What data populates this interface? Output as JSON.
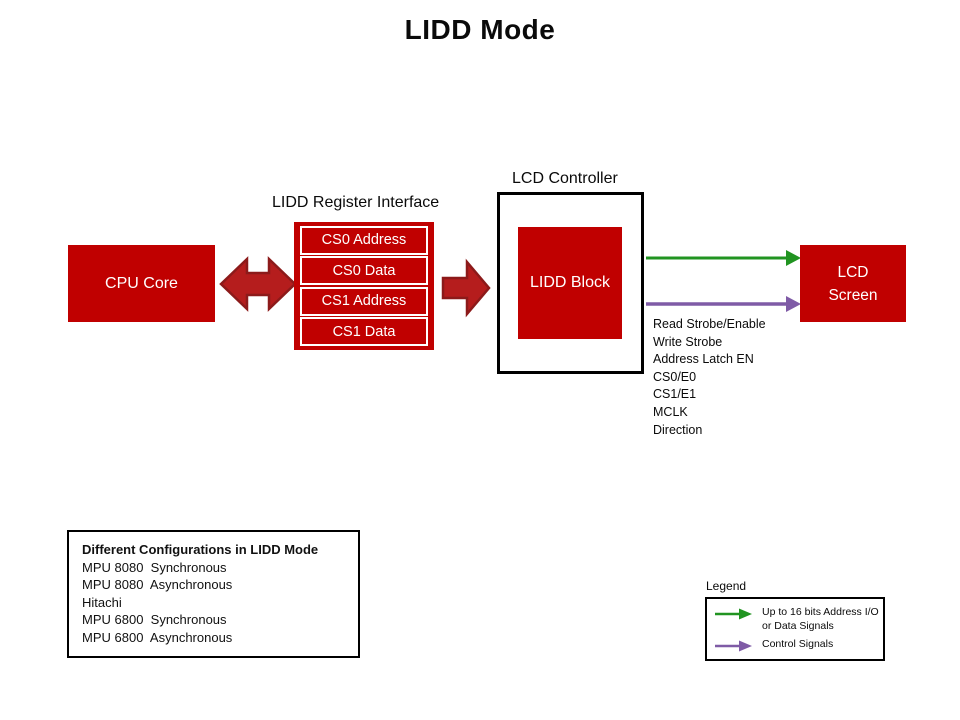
{
  "title": "LIDD Mode",
  "colors": {
    "box_red": "#C00000",
    "arrow_red_fill": "#B51D1D",
    "arrow_red_stroke": "#8C1A1A",
    "green": "#219421",
    "purple": "#7F5BA6",
    "white": "#FFFFFF",
    "black": "#000000"
  },
  "diagram": {
    "cpu_core": "CPU Core",
    "register_interface": {
      "label": "LIDD Register Interface",
      "registers": [
        "CS0 Address",
        "CS0 Data",
        "CS1 Address",
        "CS1 Data"
      ]
    },
    "lcd_controller": {
      "label": "LCD Controller",
      "block": "LIDD Block"
    },
    "lcd_screen": {
      "line1": "LCD",
      "line2": "Screen"
    },
    "control_signals": [
      "Read Strobe/Enable",
      "Write Strobe",
      "Address Latch EN",
      "CS0/E0",
      "CS1/E1",
      "MCLK",
      "Direction"
    ]
  },
  "configurations": {
    "heading": "Different Configurations in LIDD Mode",
    "items": [
      "MPU 8080  Synchronous",
      "MPU 8080  Asynchronous",
      "Hitachi",
      "MPU 6800  Synchronous",
      "MPU 6800  Asynchronous"
    ]
  },
  "legend": {
    "label": "Legend",
    "entries": [
      {
        "name": "address-data-signals",
        "text": "Up to 16 bits Address I/O or Data Signals"
      },
      {
        "name": "control-signals",
        "text": "Control Signals"
      }
    ]
  }
}
